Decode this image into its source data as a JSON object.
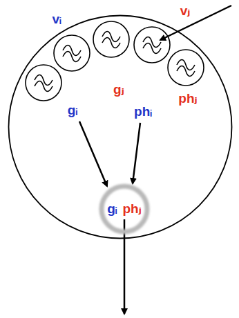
{
  "diagram": {
    "nodes": [
      {
        "text": [
          "gⱼ",
          "phⱼ",
          "gᵢ",
          "phᵢ"
        ]
      },
      {
        "text": [
          "gᵢ",
          "phⱼ"
        ],
        "in": 0
      }
    ],
    "labels": [
      "vᵢ",
      "vⱼ"
    ]
  }
}
